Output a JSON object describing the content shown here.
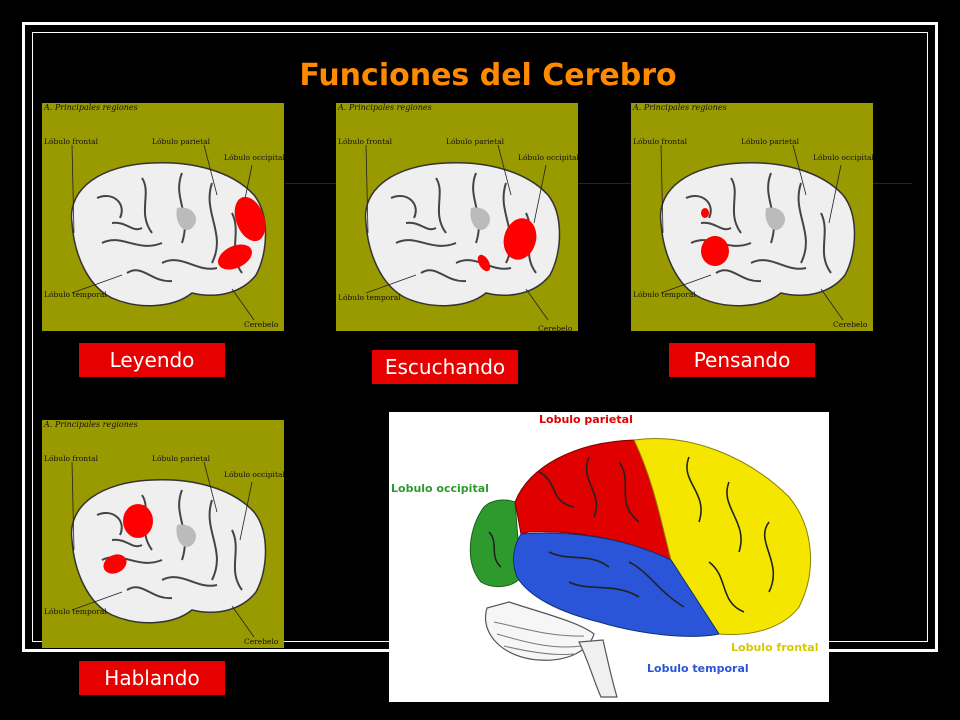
{
  "slide": {
    "title": "Funciones del Cerebro",
    "accent_color": "#ff8a00",
    "highlight_color": "#e60000"
  },
  "panel_labels": {
    "header": "A. Principales regiones",
    "frontal": "Lóbulo frontal",
    "parietal": "Lóbulo parietal",
    "occipital": "Lóbulo occipital",
    "temporal": "Lóbulo temporal",
    "cerebelo": "Cerebelo"
  },
  "activities": [
    {
      "label": "Leyendo"
    },
    {
      "label": "Escuchando"
    },
    {
      "label": "Pensando"
    },
    {
      "label": "Hablando"
    }
  ],
  "lobe_diagram": {
    "parietal": {
      "label": "Lobulo parietal",
      "color": "#e00000"
    },
    "occipital": {
      "label": "Lobulo occipital",
      "color": "#2e9a2e"
    },
    "frontal": {
      "label": "Lobulo frontal",
      "color": "#f5e600"
    },
    "temporal": {
      "label": "Lobulo temporal",
      "color": "#2a55d8"
    }
  }
}
